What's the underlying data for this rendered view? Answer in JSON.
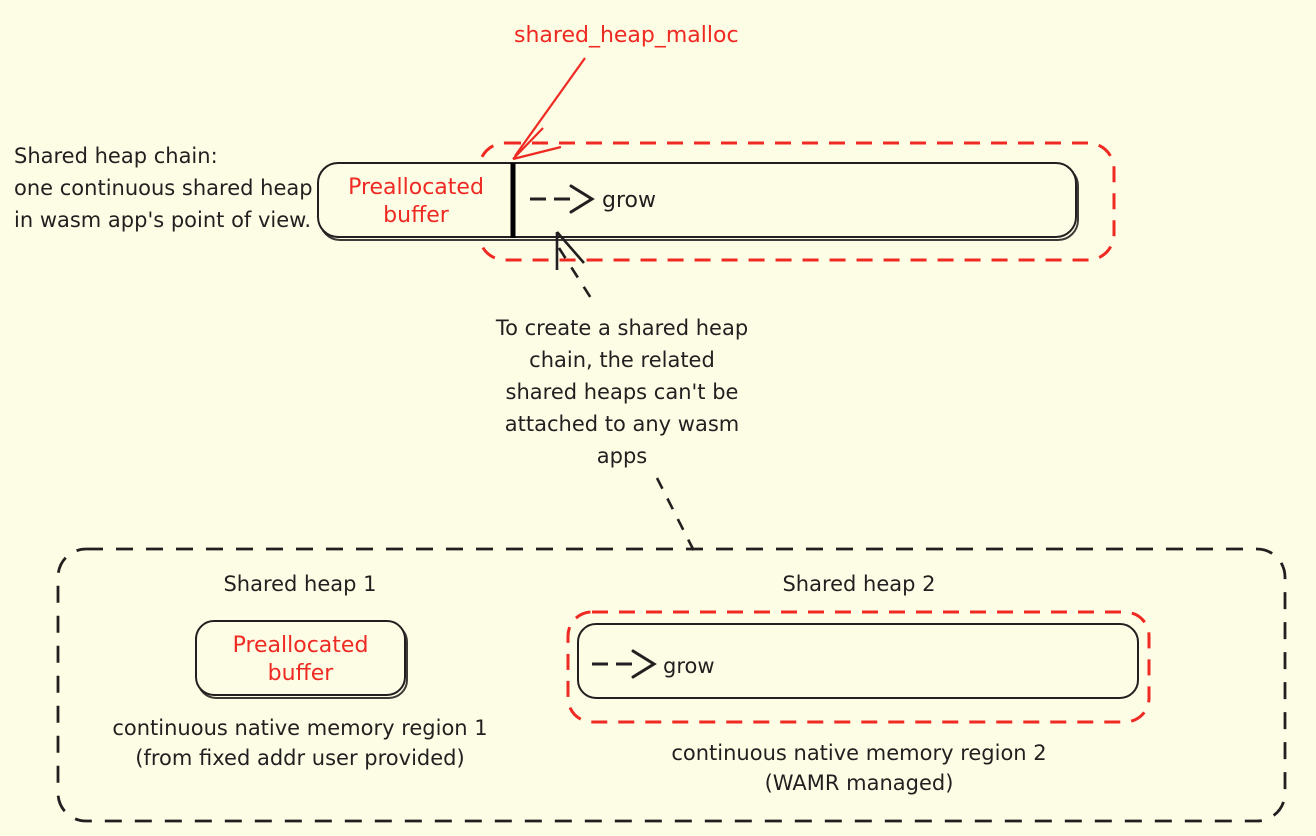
{
  "diagram": {
    "title_annotation": "shared_heap_malloc",
    "background_color": "#fdfce4",
    "accent_red": "#ee2a23",
    "ink_color": "#231f20",
    "left_caption": {
      "line1": "Shared heap chain:",
      "line2": "one continuous shared heap",
      "line3": "in wasm app's point of view."
    },
    "top_bar": {
      "preallocated_label_line1": "Preallocated",
      "preallocated_label_line2": "buffer",
      "grow_label": "grow"
    },
    "middle_note": {
      "line1": "To create a shared heap",
      "line2": "chain, the related",
      "line3": "shared heaps can't be",
      "line4": "attached to any wasm",
      "line5": "apps"
    },
    "bottom_container": {
      "heap1": {
        "title": "Shared heap 1",
        "box_label_line1": "Preallocated",
        "box_label_line2": "buffer",
        "caption_line1": "continuous native memory region 1",
        "caption_line2": "(from fixed addr user provided)"
      },
      "heap2": {
        "title": "Shared heap 2",
        "grow_label": "grow",
        "caption_line1": "continuous native memory region 2",
        "caption_line2": "(WAMR managed)"
      }
    }
  }
}
